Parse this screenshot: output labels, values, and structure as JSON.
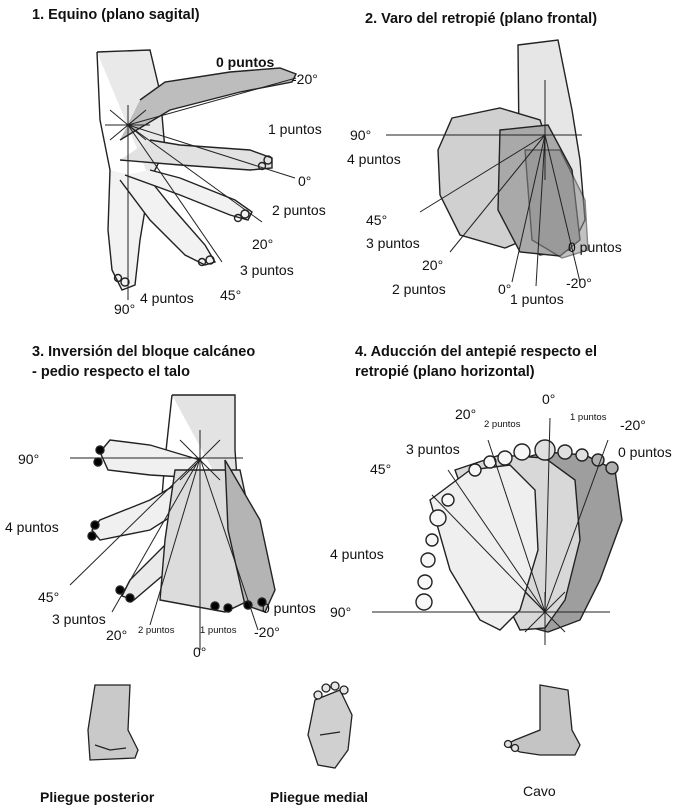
{
  "panels": [
    {
      "title": "1. Equino (plano sagital)",
      "labels": [
        "0 puntos",
        "-20°",
        "1 puntos",
        "0°",
        "2 puntos",
        "20°",
        "3 puntos",
        "4 puntos",
        "45°",
        "90°"
      ]
    },
    {
      "title": "2. Varo del retropié (plano frontal)",
      "labels": [
        "90°",
        "4 puntos",
        "45°",
        "3 puntos",
        "20°",
        "0 puntos",
        "-20°",
        "2 puntos",
        "0°",
        "1 puntos"
      ]
    },
    {
      "title_line1": "3. Inversión del bloque calcáneo",
      "title_line2": "- pedio respecto el talo",
      "labels": [
        "90°",
        "4 puntos",
        "45°",
        "3 puntos",
        "20°",
        "2 puntos",
        "1 puntos",
        "0°",
        "0 puntos",
        "-20°"
      ]
    },
    {
      "title_line1": "4. Aducción del antepié respecto el",
      "title_line2": "retropié (plano horizontal)",
      "labels": [
        "0°",
        "20°",
        "2 puntos",
        "1 puntos",
        "-20°",
        "3 puntos",
        "0 puntos",
        "45°",
        "4 puntos",
        "90°"
      ]
    }
  ],
  "captions": [
    "Pliegue posterior",
    "Pliegue medial",
    "Cavo"
  ]
}
